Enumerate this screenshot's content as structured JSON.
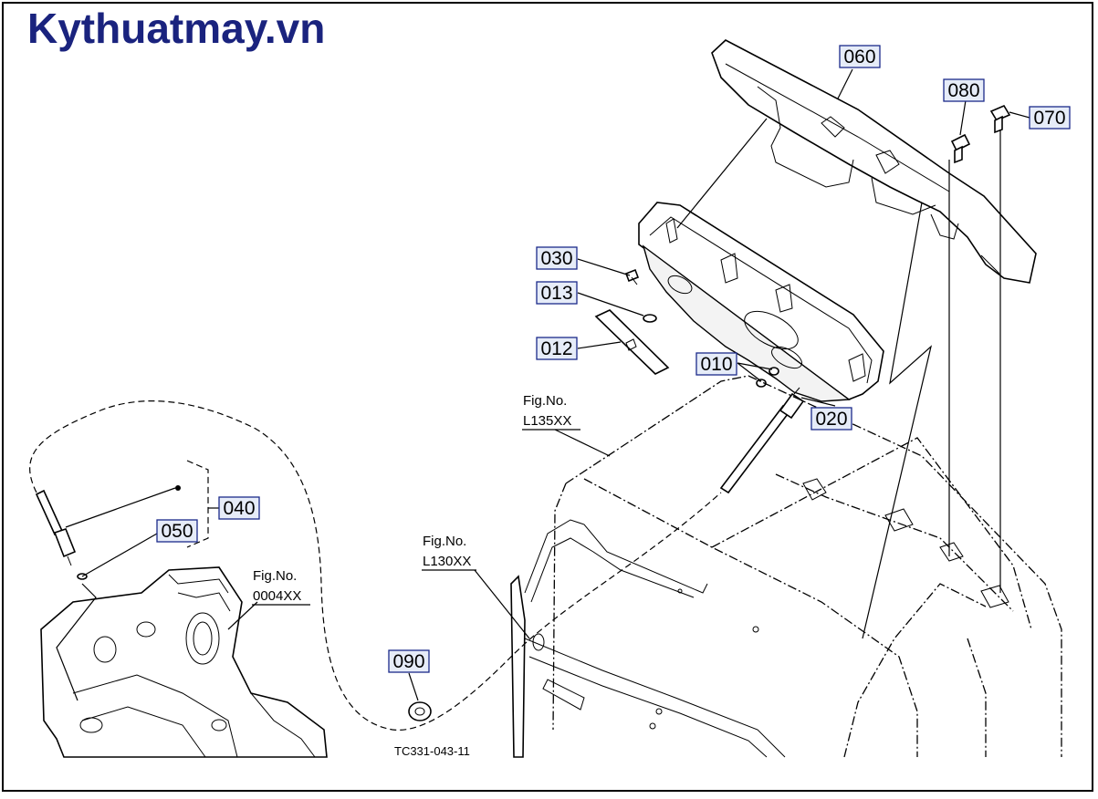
{
  "brand": {
    "text": "Kythuatmay.vn",
    "color": "#1a237e"
  },
  "diagram_code": "TC331-043-11",
  "part_labels": {
    "p060": "060",
    "p080": "080",
    "p070": "070",
    "p030": "030",
    "p013": "013",
    "p012": "012",
    "p010": "010",
    "p020": "020",
    "p040": "040",
    "p050": "050",
    "p090": "090"
  },
  "figure_refs": {
    "l135": {
      "title": "Fig.No.",
      "code": "L135XX"
    },
    "l130": {
      "title": "Fig.No.",
      "code": "L130XX"
    },
    "f0004": {
      "title": "Fig.No.",
      "code": "0004XX"
    }
  },
  "colors": {
    "label_box_fill": "#e6ecf8",
    "label_box_border": "#1b2a8a",
    "line": "#000000"
  }
}
